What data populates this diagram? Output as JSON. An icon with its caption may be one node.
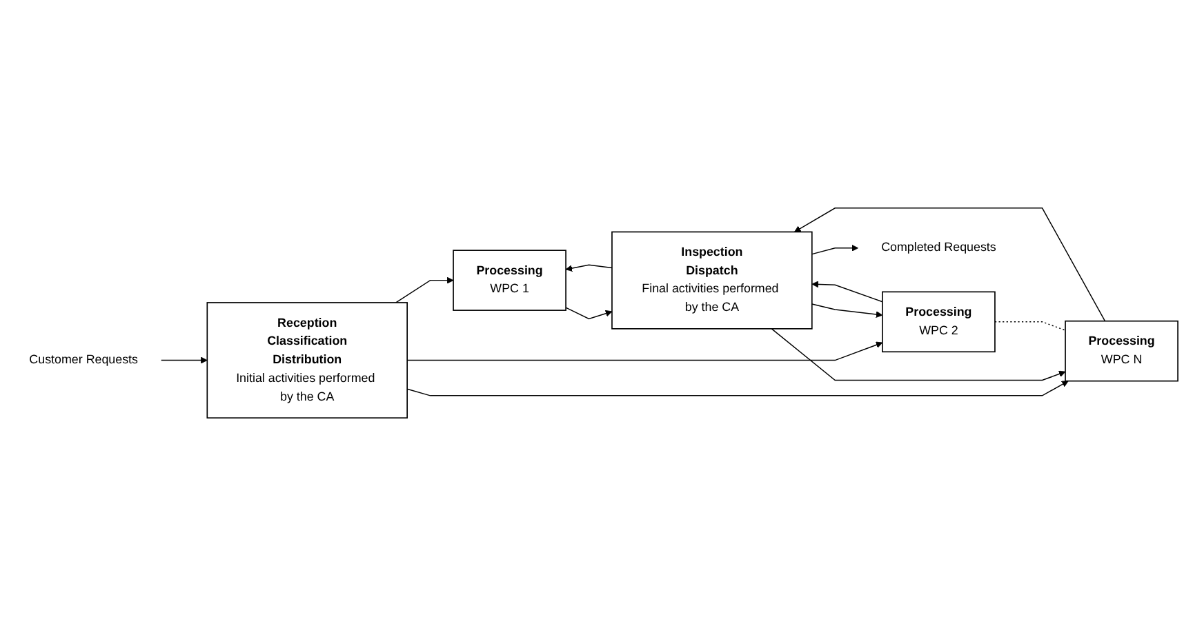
{
  "diagram": {
    "nodes": [
      {
        "text": [
          "Customer Requests"
        ]
      },
      {
        "text": [
          "Reception",
          "Classification",
          "Distribution",
          "Initial activities performed by the CA"
        ]
      },
      {
        "text": [
          "Processing",
          "WPC 1"
        ]
      },
      {
        "text": [
          "Processing",
          "WPC 2"
        ]
      },
      {
        "text": [
          "Processing",
          "WPC N"
        ]
      },
      {
        "text": [
          "Inspection",
          "Dispatch",
          "Final activities performed by the CA"
        ]
      },
      {
        "text": [
          "Completed Requests"
        ]
      }
    ],
    "edges": [
      {
        "from": 0,
        "to": 1,
        "arrow": "to"
      },
      {
        "from": 1,
        "to": 2,
        "arrow": "to"
      },
      {
        "from": 1,
        "to": 3,
        "arrow": "to"
      },
      {
        "from": 1,
        "to": 4,
        "arrow": "to"
      },
      {
        "from": 2,
        "to": 5,
        "arrow": "to"
      },
      {
        "from": 3,
        "to": 5,
        "arrow": "to"
      },
      {
        "from": 4,
        "to": 5,
        "arrow": "to"
      },
      {
        "from": 5,
        "to": 2,
        "arrow": "to"
      },
      {
        "from": 5,
        "to": 3,
        "arrow": "to"
      },
      {
        "from": 5,
        "to": 4,
        "arrow": "to"
      },
      {
        "from": 3,
        "to": 4,
        "arrow": "none",
        "style": "dashed"
      },
      {
        "from": 5,
        "to": 6,
        "arrow": "to"
      }
    ]
  }
}
